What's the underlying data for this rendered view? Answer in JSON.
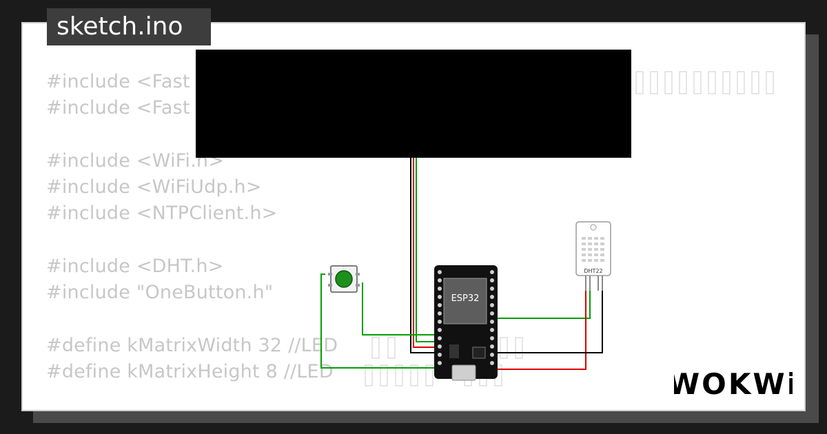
{
  "tab": {
    "filename": "sketch.ino"
  },
  "code": {
    "lines": [
      "#include <Fast",
      "#include <Fast",
      "",
      "#include <WiFi.h>",
      "#include <WiFiUdp.h>",
      "#include <NTPClient.h>",
      "",
      "#include <DHT.h>",
      "#include \"OneButton.h\"",
      "",
      "#define kMatrixWidth 32 //LED",
      "#define kMatrixHeight 8 //LED"
    ]
  },
  "components": {
    "mcu": {
      "chip_label": "ESP32"
    },
    "sensor": {
      "label": "DHT22"
    }
  },
  "wires": {
    "ground": "#000000",
    "power": "#dd0000",
    "signal": "#00a000"
  },
  "brand": {
    "logo": "WOKWi"
  }
}
